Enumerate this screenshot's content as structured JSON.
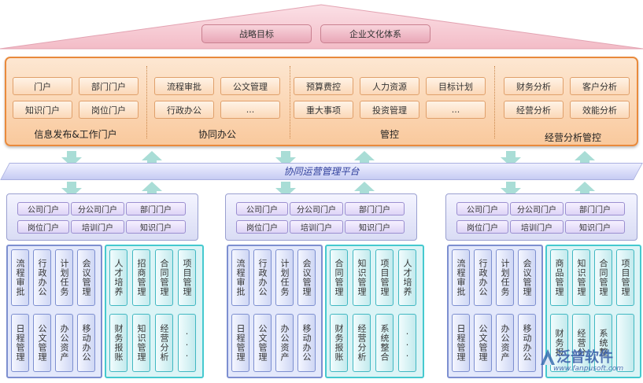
{
  "roof": {
    "strategy": "战略目标",
    "culture": "企业文化体系"
  },
  "top_panel": {
    "sections": [
      {
        "label": "信息发布&工作门户",
        "items": [
          "门户",
          "部门门户",
          "知识门户",
          "岗位门户"
        ]
      },
      {
        "label": "协同办公",
        "items": [
          "流程审批",
          "公文管理",
          "行政办公",
          "..."
        ]
      },
      {
        "label": "管控",
        "items": [
          "预算费控",
          "人力资源",
          "目标计划",
          "重大事项",
          "投资管理",
          "..."
        ]
      },
      {
        "label": "经营分析管控",
        "items": [
          "财务分析",
          "客户分析",
          "经营分析",
          "效能分析"
        ]
      }
    ]
  },
  "platform": {
    "label": "协同运营管理平台"
  },
  "units": [
    {
      "portals": [
        "公司门户",
        "分公司门户",
        "部门门户",
        "岗位门户",
        "培训门户",
        "知识门户"
      ],
      "blue": [
        "流程审批",
        "行政办公",
        "计划任务",
        "会议管理",
        "日程管理",
        "公文管理",
        "办公资产",
        "移动办公"
      ],
      "teal": [
        "人才培养",
        "招商管理",
        "合同管理",
        "项目管理",
        "财务报账",
        "知识管理",
        "经营分析",
        "..."
      ]
    },
    {
      "portals": [
        "公司门户",
        "分公司门户",
        "部门门户",
        "岗位门户",
        "培训门户",
        "知识门户"
      ],
      "blue": [
        "流程审批",
        "行政办公",
        "计划任务",
        "会议管理",
        "日程管理",
        "公文管理",
        "办公资产",
        "移动办公"
      ],
      "teal": [
        "合同管理",
        "知识管理",
        "项目管理",
        "人才培养",
        "财务报账",
        "经营分析",
        "系统整合",
        "..."
      ]
    },
    {
      "portals": [
        "公司门户",
        "分公司门户",
        "部门门户",
        "岗位门户",
        "培训门户",
        "知识门户"
      ],
      "blue": [
        "流程审批",
        "行政办公",
        "计划任务",
        "会议管理",
        "日程管理",
        "公文管理",
        "办公资产",
        "移动办公"
      ],
      "teal": [
        "商品管理",
        "知识管理",
        "合同管理",
        "项目管理",
        "财务报",
        "经营分",
        "系统整",
        ""
      ]
    }
  ],
  "watermark": {
    "brand": "泛普软件",
    "url": "www.fanpusoft.com"
  },
  "colors": {
    "orange_border": "#e98a3c",
    "blue_border": "#7d8fd0",
    "teal_border": "#45c9cf",
    "arrow": "#a9ddd6"
  }
}
